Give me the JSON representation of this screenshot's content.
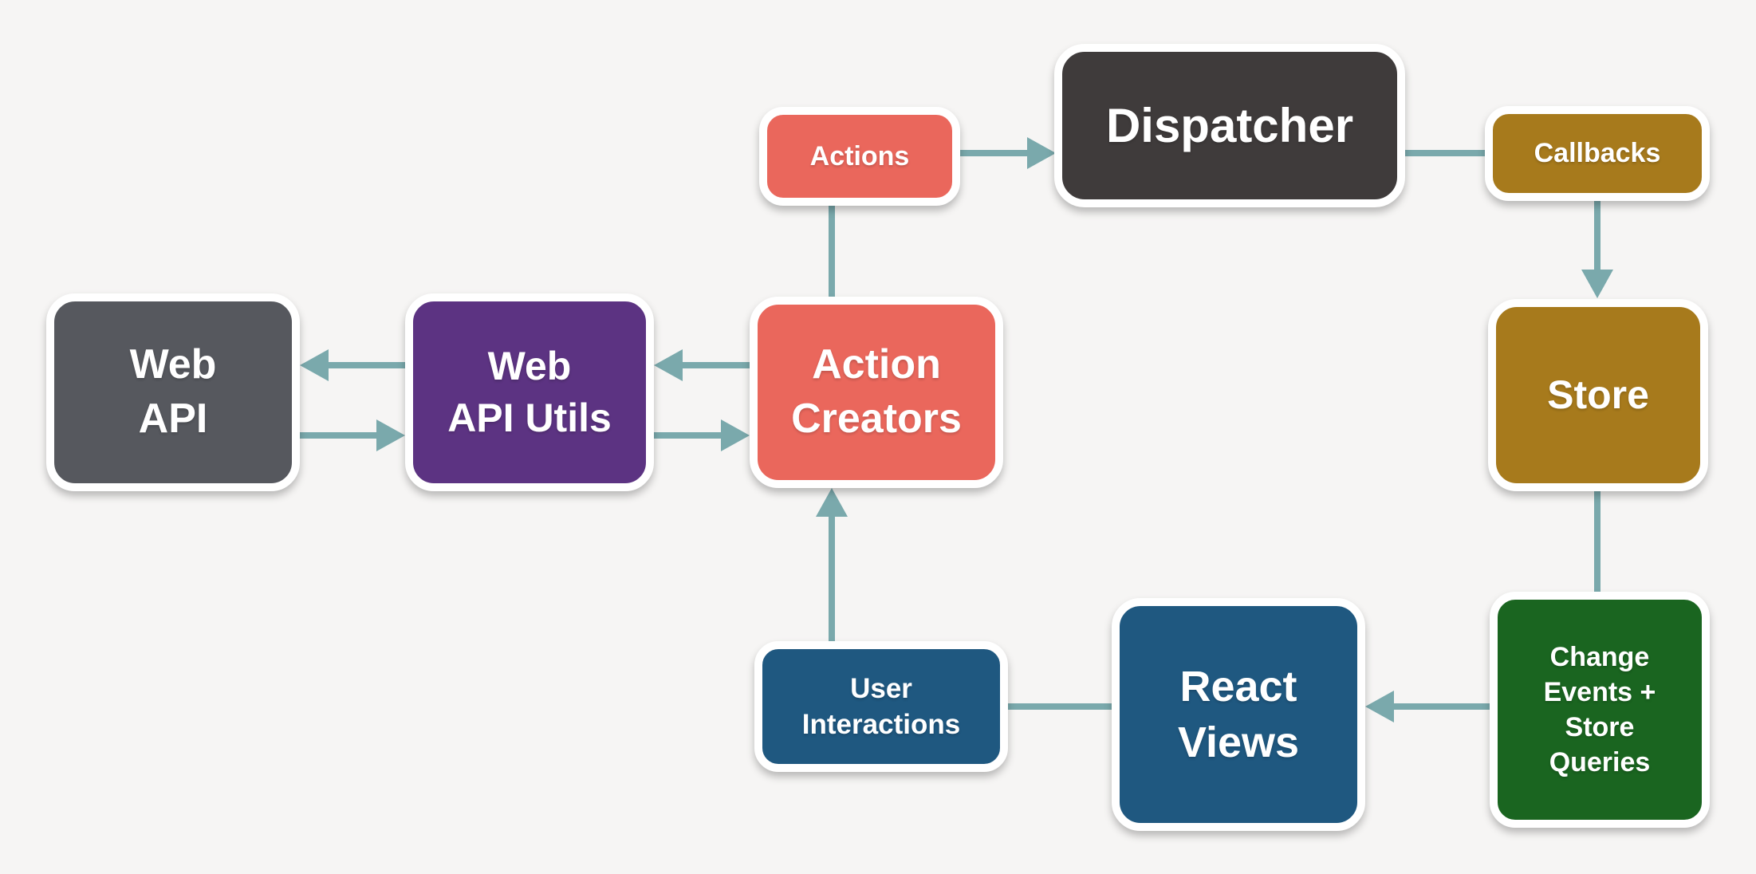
{
  "colors": {
    "background": "#f6f5f4",
    "connector": "#7aa9ac",
    "node_border": "#ffffff",
    "text": "#ffffff"
  },
  "nodes": {
    "actions": {
      "label": "Actions",
      "color": "#ea675c"
    },
    "dispatcher": {
      "label": "Dispatcher",
      "color": "#3f3b3b"
    },
    "callbacks": {
      "label": "Callbacks",
      "color": "#a77a1c"
    },
    "web_api": {
      "label": "Web\nAPI",
      "color": "#56585e"
    },
    "web_api_utils": {
      "label": "Web\nAPI Utils",
      "color": "#5c3382"
    },
    "action_creators": {
      "label": "Action\nCreators",
      "color": "#ea675c"
    },
    "store": {
      "label": "Store",
      "color": "#a77a1c"
    },
    "user_interactions": {
      "label": "User\nInteractions",
      "color": "#1f5880"
    },
    "react_views": {
      "label": "React\nViews",
      "color": "#1f5880"
    },
    "change_events": {
      "label": "Change\nEvents +\nStore\nQueries",
      "color": "#1a6520"
    }
  },
  "edges": [
    {
      "id": "actions-dispatcher",
      "from": "actions",
      "to": "dispatcher",
      "arrowhead": true
    },
    {
      "id": "dispatcher-callbacks",
      "from": "dispatcher",
      "to": "callbacks",
      "arrowhead": false
    },
    {
      "id": "callbacks-store",
      "from": "callbacks",
      "to": "store",
      "arrowhead": true
    },
    {
      "id": "store-change-events",
      "from": "store",
      "to": "change_events",
      "arrowhead": false
    },
    {
      "id": "change-events-react-views",
      "from": "change_events",
      "to": "react_views",
      "arrowhead": true
    },
    {
      "id": "react-views-user-interactions",
      "from": "react_views",
      "to": "user_interactions",
      "arrowhead": false
    },
    {
      "id": "user-interactions-action-creators",
      "from": "user_interactions",
      "to": "action_creators",
      "arrowhead": true
    },
    {
      "id": "action-creators-actions",
      "from": "action_creators",
      "to": "actions",
      "arrowhead": false
    },
    {
      "id": "web-api-utils-web-api",
      "from": "web_api_utils",
      "to": "web_api",
      "arrowhead": true
    },
    {
      "id": "web-api-web-api-utils",
      "from": "web_api",
      "to": "web_api_utils",
      "arrowhead": true
    },
    {
      "id": "action-creators-web-api-utils",
      "from": "action_creators",
      "to": "web_api_utils",
      "arrowhead": true
    },
    {
      "id": "web-api-utils-action-creators",
      "from": "web_api_utils",
      "to": "action_creators",
      "arrowhead": true
    }
  ]
}
